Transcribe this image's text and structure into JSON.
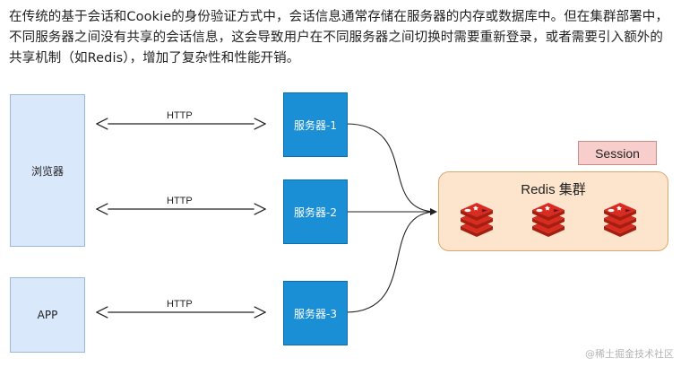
{
  "paragraph": "在传统的基于会话和Cookie的身份验证方式中，会话信息通常存储在服务器的内存或数据库中。但在集群部署中，不同服务器之间没有共享的会话信息，这会导致用户在不同服务器之间切换时需要重新登录，或者需要引入额外的共享机制（如Redis），增加了复杂性和性能开销。",
  "diagram": {
    "clients": [
      "浏览器",
      "APP"
    ],
    "servers": [
      "服务器-1",
      "服务器-2",
      "服务器-3"
    ],
    "protocols": [
      "HTTP",
      "HTTP",
      "HTTP"
    ],
    "cluster_title": "Redis 集群",
    "session_label": "Session",
    "redis_node_icons": [
      "redis-logo-icon",
      "redis-logo-icon",
      "redis-logo-icon"
    ]
  },
  "colors": {
    "client_fill": "#dae8fc",
    "server_fill": "#1b8fd6",
    "cluster_fill": "#fde5cd",
    "session_fill": "#f8cecc",
    "redis_red": "#d82c20"
  },
  "watermark": "@稀土掘金技术社区"
}
